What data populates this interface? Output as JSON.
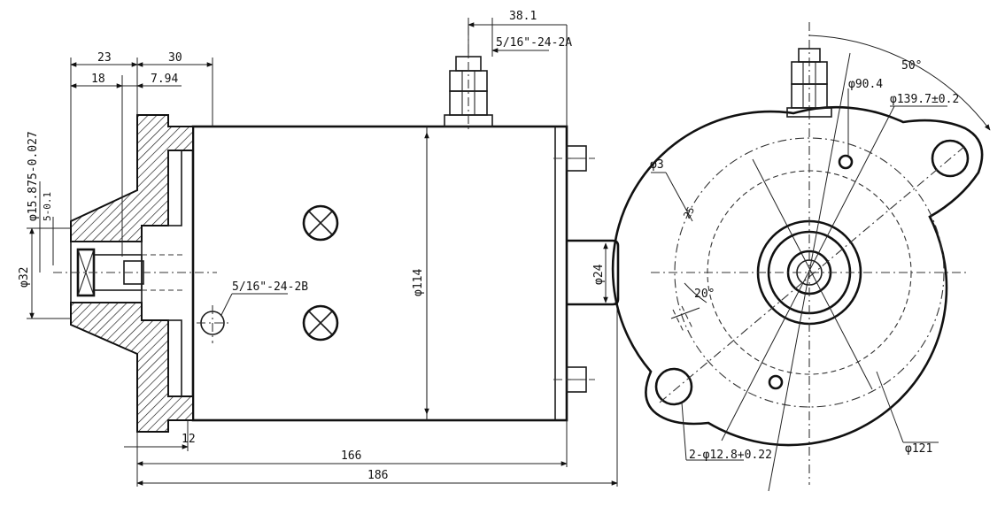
{
  "side_view": {
    "dims": {
      "d23": "23",
      "d30": "30",
      "d18": "18",
      "d794": "7.94",
      "d381": "38.1",
      "d12": "12",
      "d166": "166",
      "d186": "186"
    },
    "labels": {
      "shaft_dia": "φ15.875-0.027",
      "key": "5-0.1",
      "flange_dia": "φ32",
      "terminal_top": "5/16\"-24-2A",
      "terminal_side": "5/16\"-24-2B",
      "body_dia": "φ114",
      "boss_dia": "φ24"
    }
  },
  "end_view": {
    "labels": {
      "angle_50": "50°",
      "dia_904": "φ90.4",
      "dia_1397": "φ139.7±0.2",
      "dia_3": "φ3",
      "dim_25": "25",
      "angle_20": "20°",
      "holes": "2-φ12.8+0.22",
      "dia_121": "φ121"
    }
  }
}
